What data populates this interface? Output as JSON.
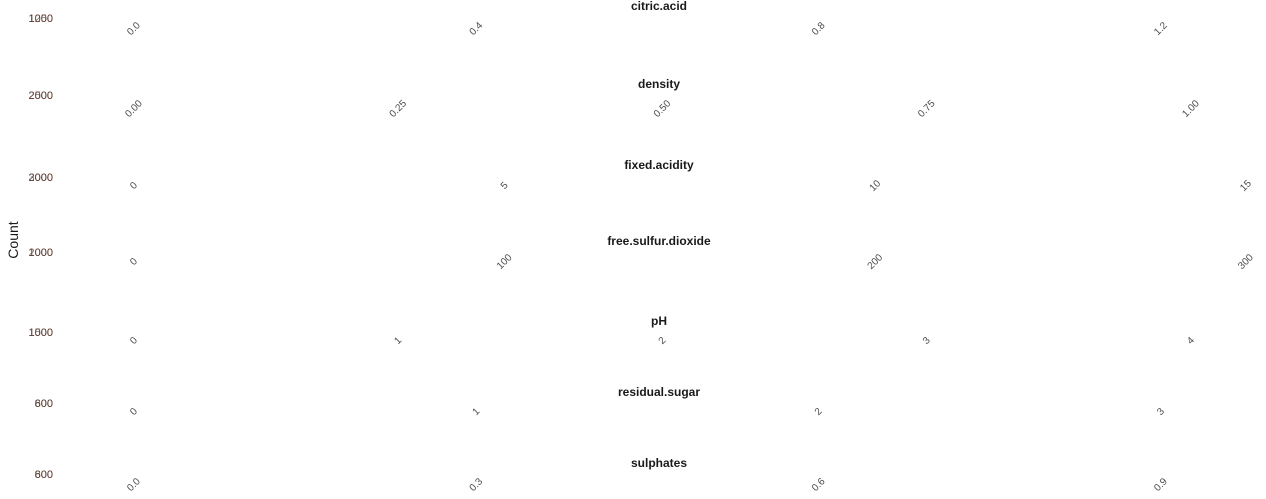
{
  "chart_data": {
    "type": "histogram",
    "ylabel": "Count",
    "panels": [
      {
        "title": "citric.acid",
        "x_ticks": [
          "0.0",
          "0.4",
          "0.8",
          "1.2"
        ],
        "x_tick_values": [
          0.0,
          0.4,
          0.8,
          1.2
        ],
        "xlim": [
          -0.01,
          1.3
        ],
        "y_ticks": [
          "1000",
          "1250"
        ],
        "bins": []
      },
      {
        "title": "density",
        "x_ticks": [
          "0.00",
          "0.25",
          "0.50",
          "0.75",
          "1.00"
        ],
        "x_tick_values": [
          0.0,
          0.25,
          0.5,
          0.75,
          1.0
        ],
        "xlim": [
          -0.02,
          1.08
        ],
        "y_ticks": [
          "2000",
          "2500"
        ],
        "bins": []
      },
      {
        "title": "fixed.acidity",
        "x_ticks": [
          "0",
          "5",
          "10",
          "15"
        ],
        "x_tick_values": [
          0,
          5,
          10,
          15
        ],
        "xlim": [
          -0.1,
          15.3
        ],
        "y_ticks": [
          "2000",
          "3000"
        ],
        "bins": []
      },
      {
        "title": "free.sulfur.dioxide",
        "x_ticks": [
          "0",
          "100",
          "200",
          "300"
        ],
        "x_tick_values": [
          0,
          100,
          200,
          300
        ],
        "xlim": [
          -1,
          303
        ],
        "y_ticks": [
          "1000",
          "2000"
        ],
        "bins": []
      },
      {
        "title": "pH",
        "x_ticks": [
          "0",
          "1",
          "2",
          "3",
          "4"
        ],
        "x_tick_values": [
          0,
          1,
          2,
          3,
          4
        ],
        "xlim": [
          -0.01,
          4.02
        ],
        "y_ticks": [
          "1000",
          "1500"
        ],
        "bins": []
      },
      {
        "title": "residual.sugar",
        "x_ticks": [
          "0",
          "1",
          "2",
          "3"
        ],
        "x_tick_values": [
          0,
          1,
          2,
          3
        ],
        "xlim": [
          -0.01,
          3.3
        ],
        "y_ticks": [
          "600",
          "800"
        ],
        "bins": []
      },
      {
        "title": "sulphates",
        "x_ticks": [
          "0.0",
          "0.3",
          "0.6",
          "0.9"
        ],
        "x_tick_values": [
          0.0,
          0.3,
          0.6,
          0.9
        ],
        "xlim": [
          -0.01,
          1.2
        ],
        "y_ticks": [
          "600",
          "800"
        ],
        "bins": []
      }
    ]
  }
}
